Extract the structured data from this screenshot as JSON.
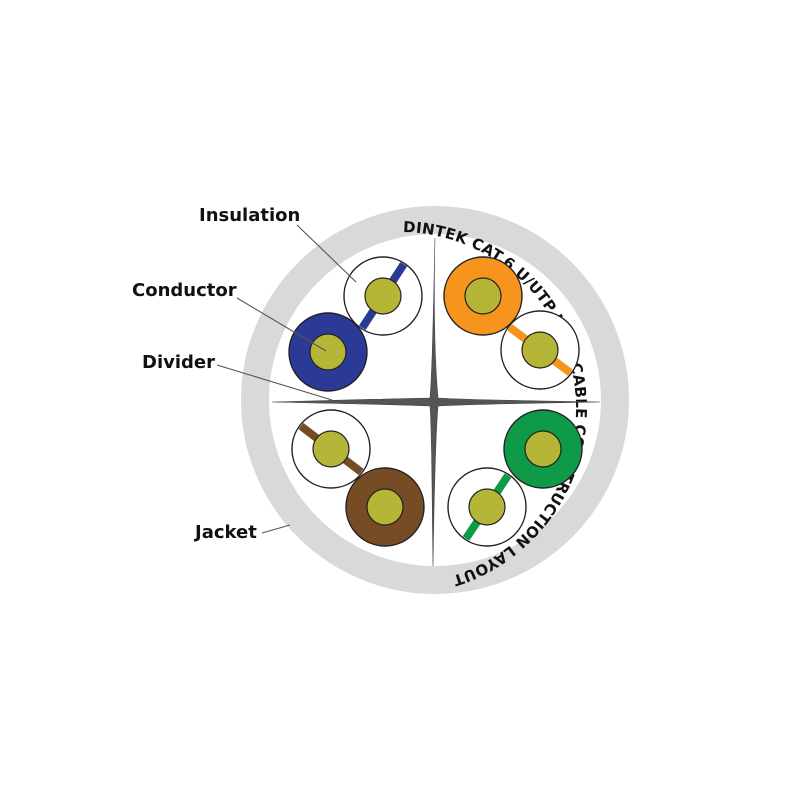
{
  "labels": {
    "insulation": "Insulation",
    "conductor": "Conductor",
    "divider": "Divider",
    "jacket": "Jacket"
  },
  "cable_print": "DINTEK CAT.6 U/UTP LSZH CABLE CONSTRUCTION LAYOUT",
  "colors": {
    "jacket": "#d9d9da",
    "conductor": "#b5b537",
    "blue": "#2b3a94",
    "orange": "#f7941d",
    "green": "#0f9a48",
    "brown": "#754c24",
    "divider": "#444444",
    "leader": "#555555"
  },
  "pairs": [
    {
      "name": "blue",
      "solid": "blue",
      "stripe": "blue"
    },
    {
      "name": "orange",
      "solid": "orange",
      "stripe": "orange"
    },
    {
      "name": "brown",
      "solid": "brown",
      "stripe": "brown"
    },
    {
      "name": "green",
      "solid": "green",
      "stripe": "green"
    }
  ]
}
